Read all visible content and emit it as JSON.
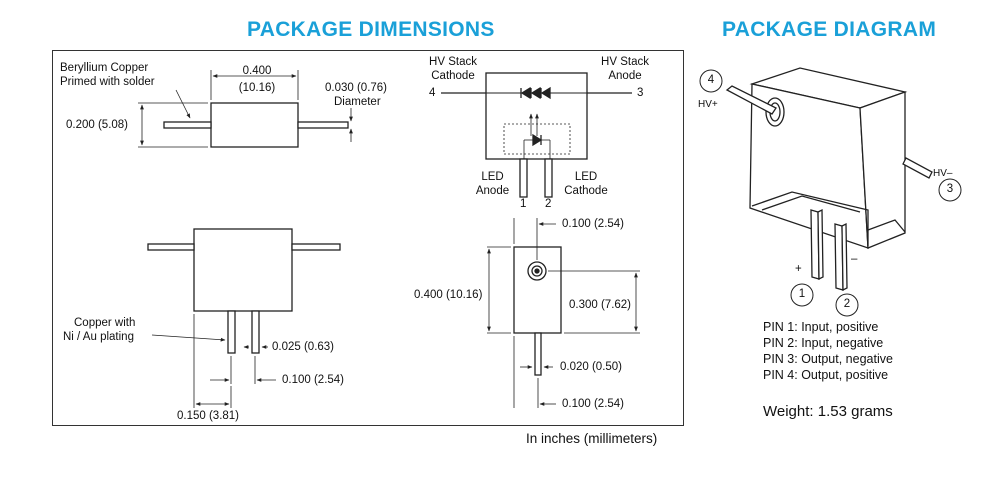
{
  "headings": {
    "dimensions": "PACKAGE DIMENSIONS",
    "diagram": "PACKAGE DIAGRAM"
  },
  "dimension_labels": {
    "lead_material": "Beryllium Copper",
    "lead_finish": "Primed with solder",
    "body_length_in": "0.400",
    "body_length_mm": "(10.16)",
    "lead_diameter": "0.030 (0.76)",
    "lead_diameter_note": "Diameter",
    "body_height": "0.200 (5.08)",
    "pin_material": "Copper with",
    "pin_plating": "Ni / Au plating",
    "pin_width": "0.025 (0.63)",
    "pin_pitch": "0.100 (2.54)",
    "pin_span": "0.150 (3.81)",
    "hv_cathode_line1": "HV Stack",
    "hv_cathode_line2": "Cathode",
    "hv_anode_line1": "HV Stack",
    "hv_anode_line2": "Anode",
    "pin_4": "4",
    "pin_3": "3",
    "led_anode_line1": "LED",
    "led_anode_line2": "Anode",
    "led_cathode_line1": "LED",
    "led_cathode_line2": "Cathode",
    "pin_1": "1",
    "pin_2": "2",
    "side_offset": "0.100 (2.54)",
    "side_height": "0.400 (10.16)",
    "side_hole_height": "0.300 (7.62)",
    "side_pin_width": "0.020 (0.50)",
    "side_pin_offset": "0.100 (2.54)",
    "units_note": "In inches (millimeters)"
  },
  "diagram_labels": {
    "pin4": "4",
    "pin3": "3",
    "pin1": "1",
    "pin2": "2",
    "hv_plus": "HV+",
    "hv_minus": "HV–",
    "plus": "+",
    "minus": "–"
  },
  "pin_list": [
    "PIN 1:  Input, positive",
    "PIN 2:  Input, negative",
    "PIN 3:  Output, negative",
    "PIN 4:  Output, positive"
  ],
  "weight": "Weight: 1.53 grams",
  "colors": {
    "heading": "#1aa0d8",
    "line": "#222222"
  }
}
